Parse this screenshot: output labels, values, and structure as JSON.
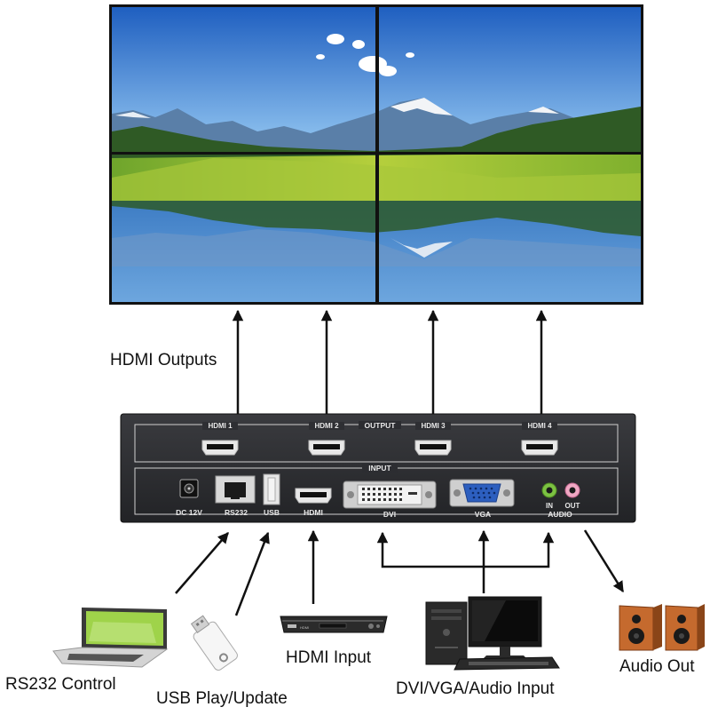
{
  "labels": {
    "hdmi_outputs": "HDMI Outputs",
    "rs232_control": "RS232 Control",
    "usb_play_update": "USB Play/Update",
    "hdmi_input": "HDMI Input",
    "dvi_vga_audio_input": "DVI/VGA/Audio Input",
    "audio_out": "Audio Out"
  },
  "device": {
    "output_section": "OUTPUT",
    "input_section": "INPUT",
    "outputs": [
      "HDMI 1",
      "HDMI 2",
      "HDMI 3",
      "HDMI 4"
    ],
    "ports": {
      "dc": "DC 12V",
      "rs232": "RS232",
      "usb": "USB",
      "hdmi": "HDMI",
      "dvi": "DVI",
      "vga": "VGA",
      "audio": "AUDIO",
      "audio_in": "IN",
      "audio_out": "OUT"
    }
  },
  "dvd_player_text": "HDMI",
  "colors": {
    "panel": "#2b2c2f",
    "sky": "#3f7fd0",
    "grass": "#8fbf3a",
    "water": "#2f6fb8",
    "arrow": "#111111"
  }
}
